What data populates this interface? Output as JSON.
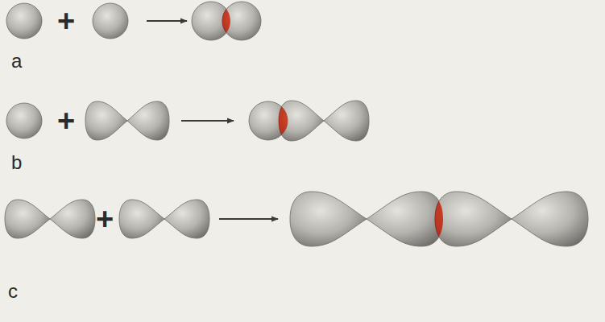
{
  "diagram": {
    "labels": [
      "+",
      "a",
      "+",
      "b",
      "+",
      "c"
    ]
  }
}
